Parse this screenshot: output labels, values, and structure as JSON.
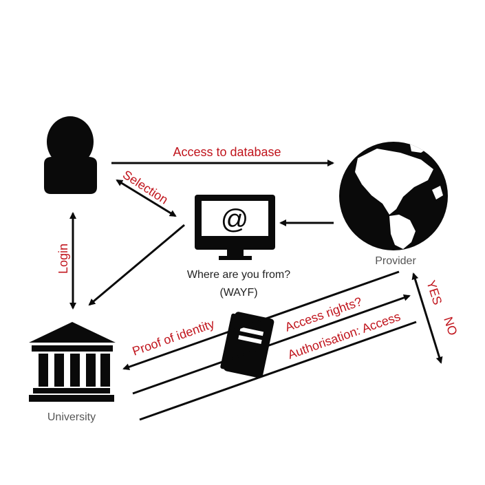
{
  "labels": {
    "access_to_database": "Access to database",
    "selection": "Selection",
    "login": "Login",
    "wayf_question": "Where are you from?",
    "wayf_abbrev": "(WAYF)",
    "provider": "Provider",
    "university": "University",
    "proof_of_identity": "Proof of identity",
    "access_rights": "Access rights?",
    "authorisation_access": "Authorisation: Access",
    "yes": "YES",
    "no": "NO"
  },
  "colors": {
    "accent_red": "#c0141c",
    "icon_black": "#0a0a0a",
    "caption_gray": "#555555"
  },
  "icons": {
    "user": "person-icon",
    "wayf": "monitor-at-icon",
    "provider": "globe-icon",
    "university": "university-building-icon",
    "credential": "book-icon"
  }
}
